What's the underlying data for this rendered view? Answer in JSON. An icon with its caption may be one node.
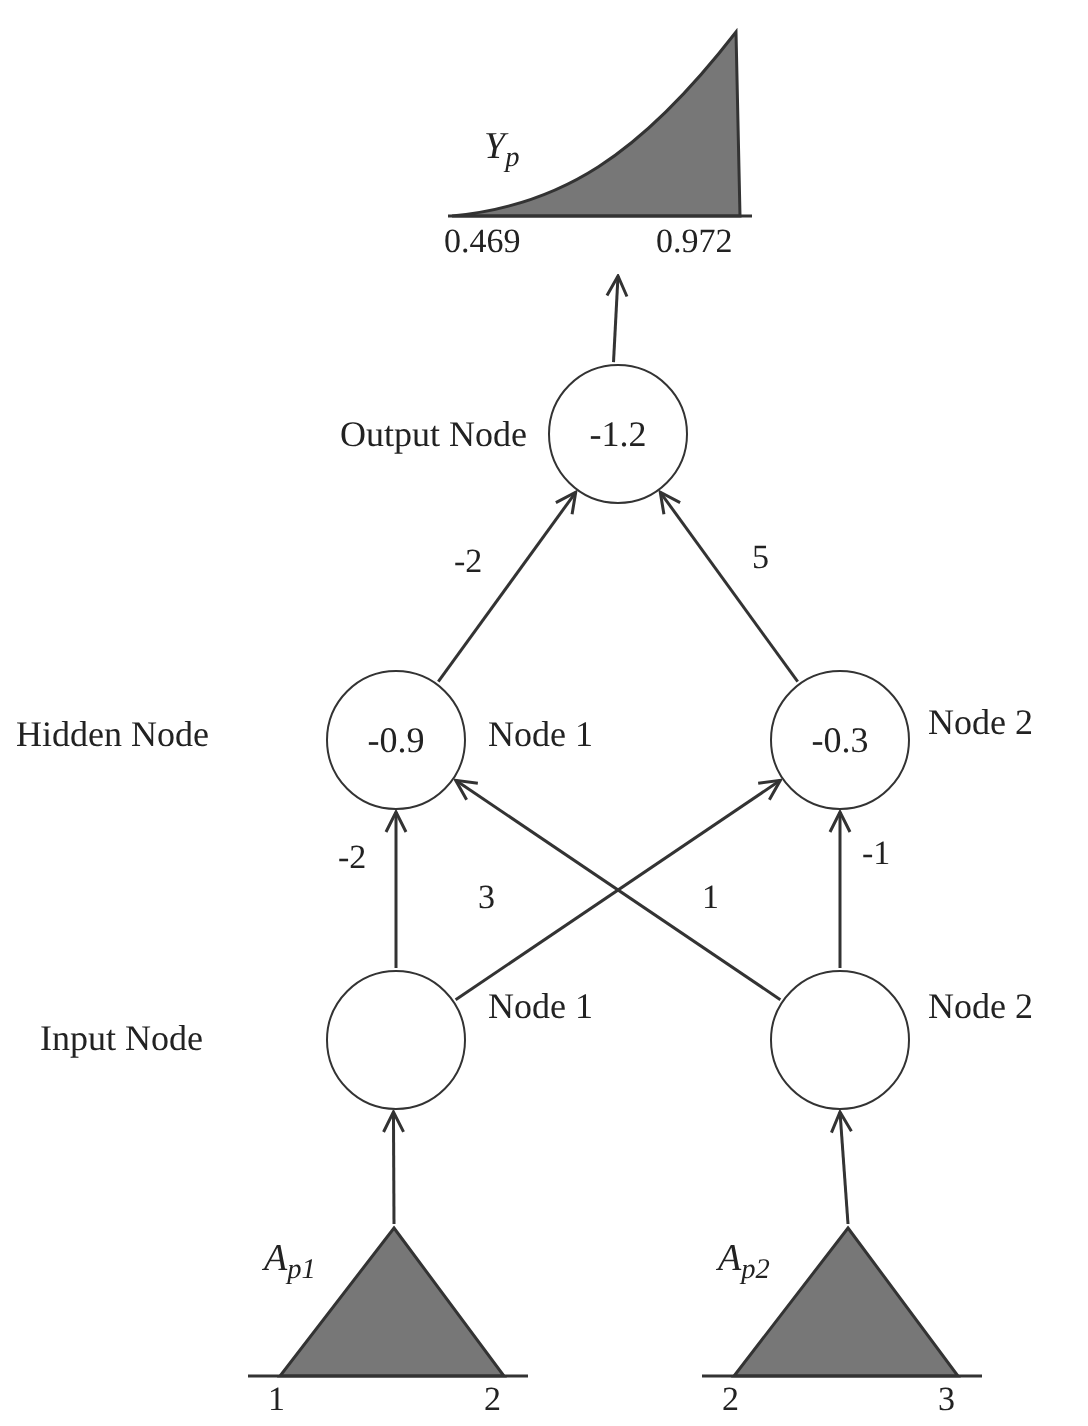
{
  "diagram": {
    "nodes": [
      {
        "text": [
          "Y$_{p}$",
          "0.469",
          "0.972"
        ]
      },
      {
        "text": [
          "-1.2"
        ],
        "beside": [
          "Output Node"
        ]
      },
      {
        "text": [
          "-0.9"
        ],
        "beside": [
          "Hidden Node",
          "Node 1"
        ]
      },
      {
        "text": [
          "-0.3"
        ],
        "beside": [
          "Node 2"
        ]
      },
      {
        "text": [],
        "shape": "circle",
        "beside": [
          "Input Node",
          "Node 1"
        ]
      },
      {
        "text": [],
        "shape": "circle",
        "beside": [
          "Node 2"
        ]
      },
      {
        "text": [
          "A$_{p1}$",
          "1",
          "2"
        ]
      },
      {
        "text": [
          "A$_{p2}$",
          "2",
          "3"
        ]
      }
    ],
    "edges": [
      {
        "from": 6,
        "to": 4,
        "arrow": "to"
      },
      {
        "from": 7,
        "to": 5,
        "arrow": "to"
      },
      {
        "from": 4,
        "to": 2,
        "arrow": "to",
        "label": "-2"
      },
      {
        "from": 4,
        "to": 3,
        "arrow": "to",
        "label": "3"
      },
      {
        "from": 5,
        "to": 2,
        "arrow": "to",
        "label": "1"
      },
      {
        "from": 5,
        "to": 3,
        "arrow": "to",
        "label": "-1"
      },
      {
        "from": 2,
        "to": 1,
        "arrow": "to",
        "label": "-2"
      },
      {
        "from": 3,
        "to": 1,
        "arrow": "to",
        "label": "5"
      },
      {
        "from": 1,
        "to": 0,
        "arrow": "to"
      }
    ]
  }
}
